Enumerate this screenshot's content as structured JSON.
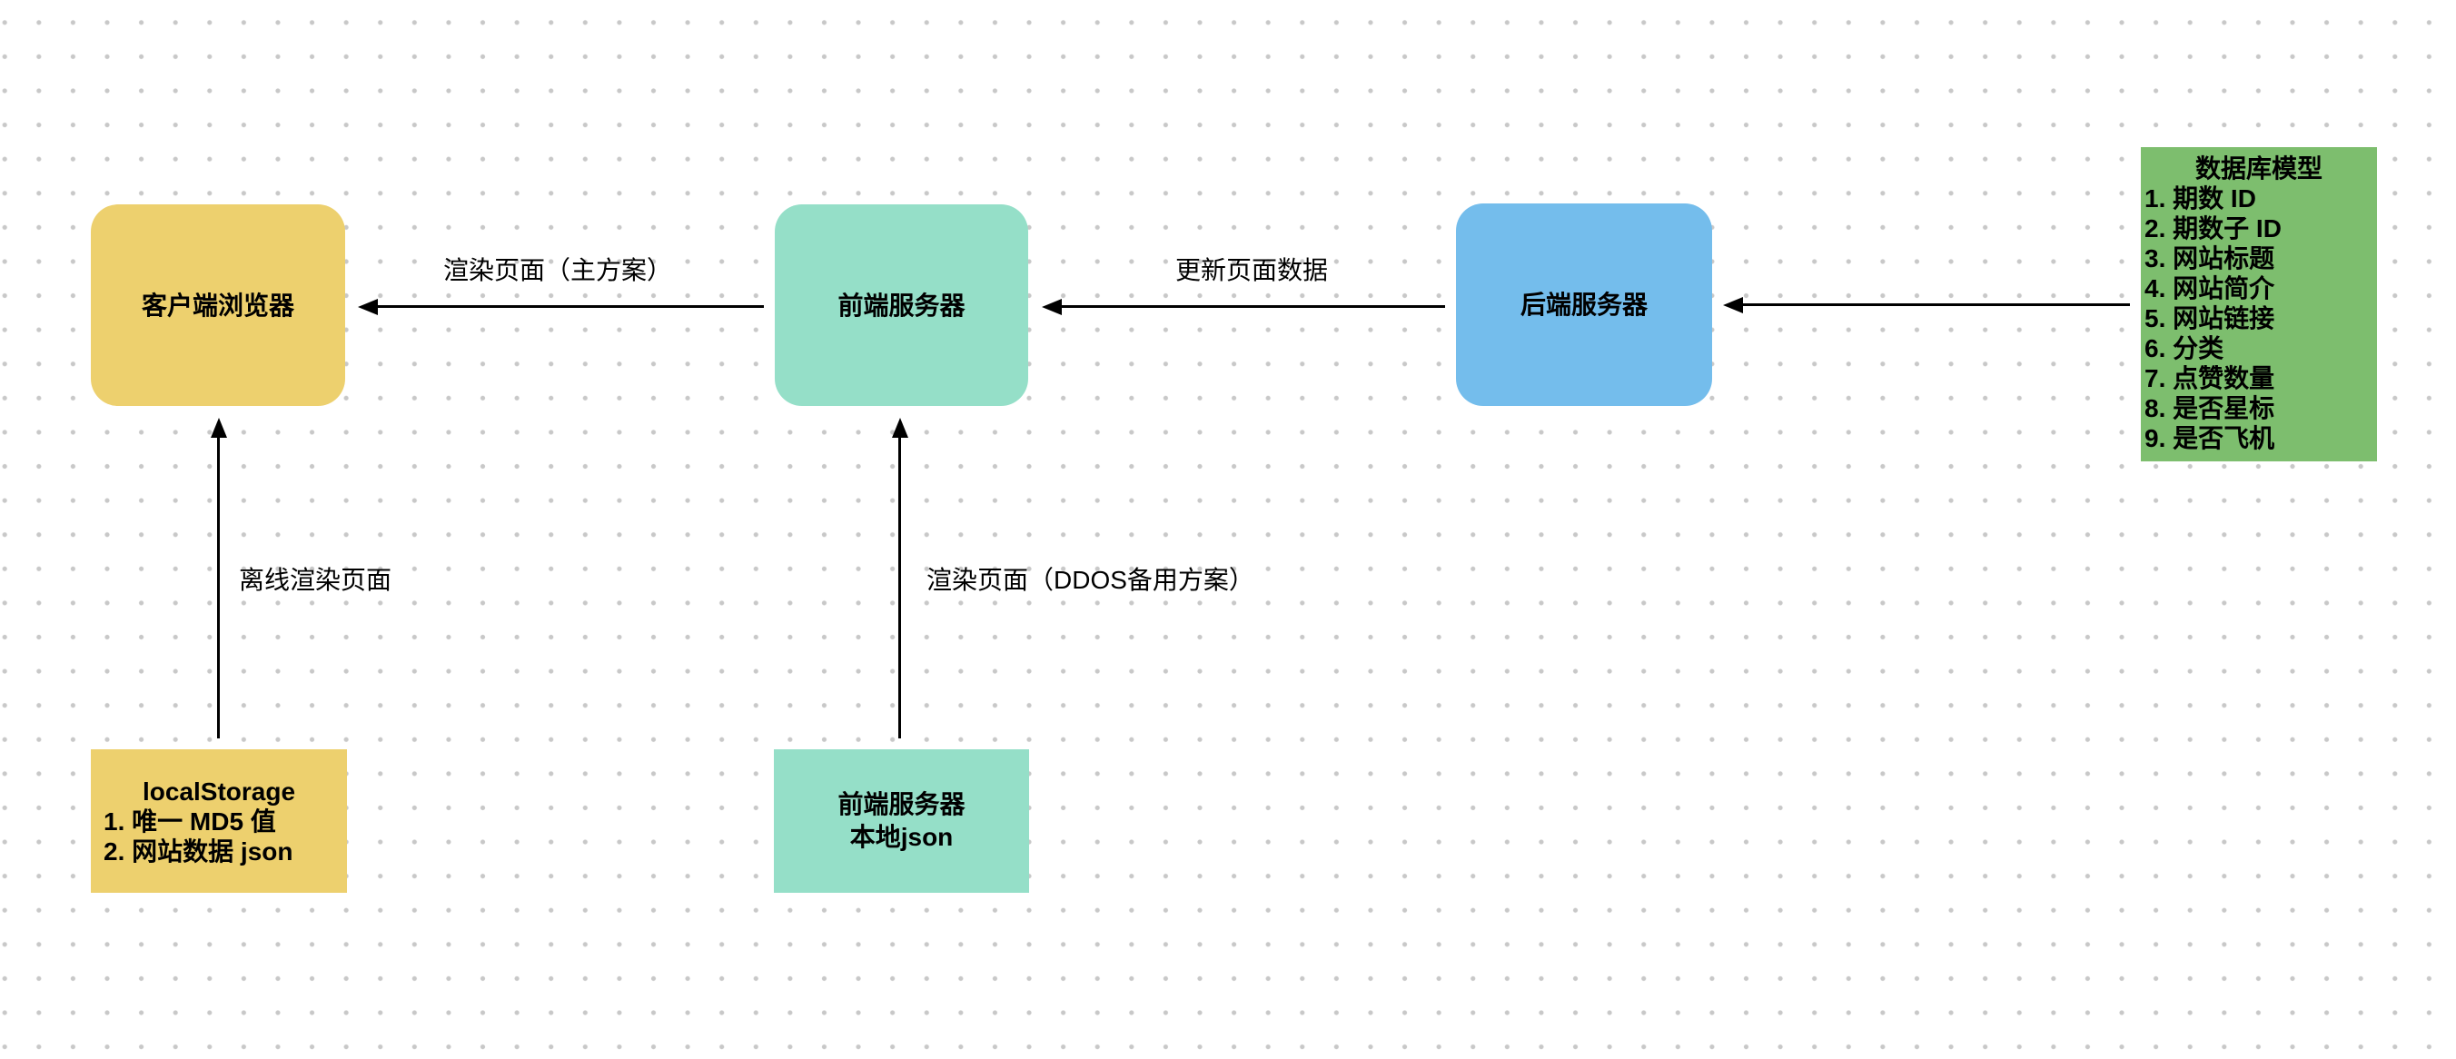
{
  "canvas": {
    "background_color": "#ffffff",
    "dot_color": "#c8c8c8",
    "arrow_color": "#000000",
    "text_color": "#000000"
  },
  "nodes": {
    "client_browser": {
      "label": "客户端浏览器",
      "color": "#edd06e"
    },
    "frontend_server": {
      "label": "前端服务器",
      "color": "#95dfc8"
    },
    "backend_server": {
      "label": "后端服务器",
      "color": "#74bdec"
    },
    "database_model": {
      "title": "数据库模型",
      "color": "#7dbe6e",
      "items": [
        "1. 期数 ID",
        "2. 期数子 ID",
        "3. 网站标题",
        "4. 网站简介",
        "5. 网站链接",
        "6. 分类",
        "7. 点赞数量",
        "8. 是否星标",
        "9. 是否飞机"
      ]
    },
    "local_storage": {
      "title": "localStorage",
      "color": "#edd06e",
      "items": [
        "1. 唯一 MD5 值",
        "2. 网站数据 json"
      ]
    },
    "frontend_local_json": {
      "lines": [
        "前端服务器",
        "本地json"
      ],
      "color": "#95dfc8"
    }
  },
  "edges": {
    "render_main": {
      "label": "渲染页面（主方案）",
      "from": "frontend_server",
      "to": "client_browser"
    },
    "update_data": {
      "label": "更新页面数据",
      "from": "backend_server",
      "to": "frontend_server"
    },
    "db_to_backend": {
      "label": "",
      "from": "database_model",
      "to": "backend_server"
    },
    "offline_render": {
      "label": "离线渲染页面",
      "from": "local_storage",
      "to": "client_browser"
    },
    "ddos_render": {
      "label": "渲染页面（DDOS备用方案）",
      "from": "frontend_local_json",
      "to": "frontend_server"
    }
  }
}
